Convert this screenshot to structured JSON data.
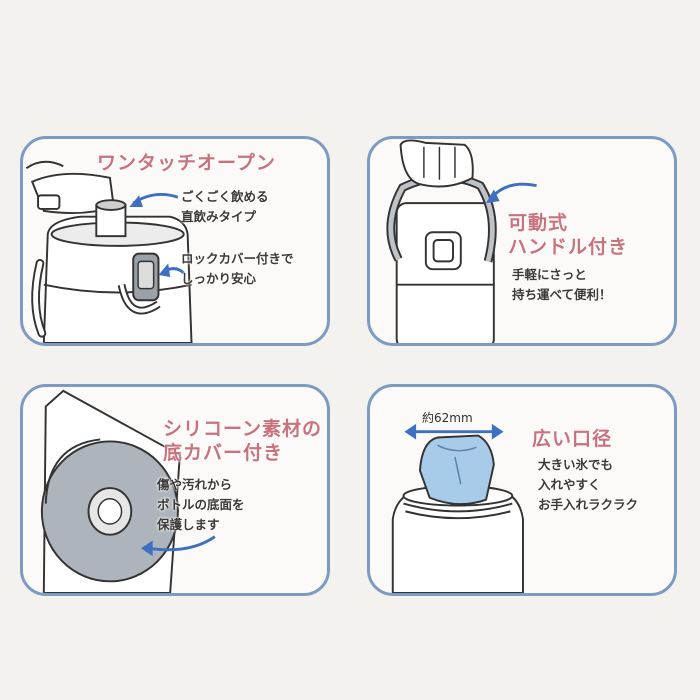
{
  "panels": {
    "one_touch": {
      "title": "ワンタッチオープン",
      "note1": {
        "lines": [
          "ごくごく飲める",
          "直飲みタイプ"
        ]
      },
      "note2": {
        "lines": [
          "ロックカバー付きで",
          "しっかり安心"
        ]
      }
    },
    "handle": {
      "title": {
        "lines": [
          "可動式",
          "ハンドル付き"
        ]
      },
      "desc": {
        "lines": [
          "手軽にさっと",
          "持ち運べて便利！"
        ]
      }
    },
    "silicone": {
      "title": {
        "lines": [
          "シリコーン素材の",
          "底カバー付き"
        ]
      },
      "desc": {
        "lines": [
          "傷や汚れから",
          "ボトルの底面を",
          "保護します"
        ]
      }
    },
    "wide_mouth": {
      "measure": "約62mm",
      "title": "広い口径",
      "desc": {
        "lines": [
          "大きい氷でも",
          "入れやすく",
          "お手入れラクラク"
        ]
      }
    }
  },
  "colors": {
    "panel_border": "#7d9ac2",
    "title": "#c9727d",
    "arrow": "#3f6fc0",
    "bottle_gray": "#aeb4bb",
    "ice_blue": "#a9cbea"
  }
}
